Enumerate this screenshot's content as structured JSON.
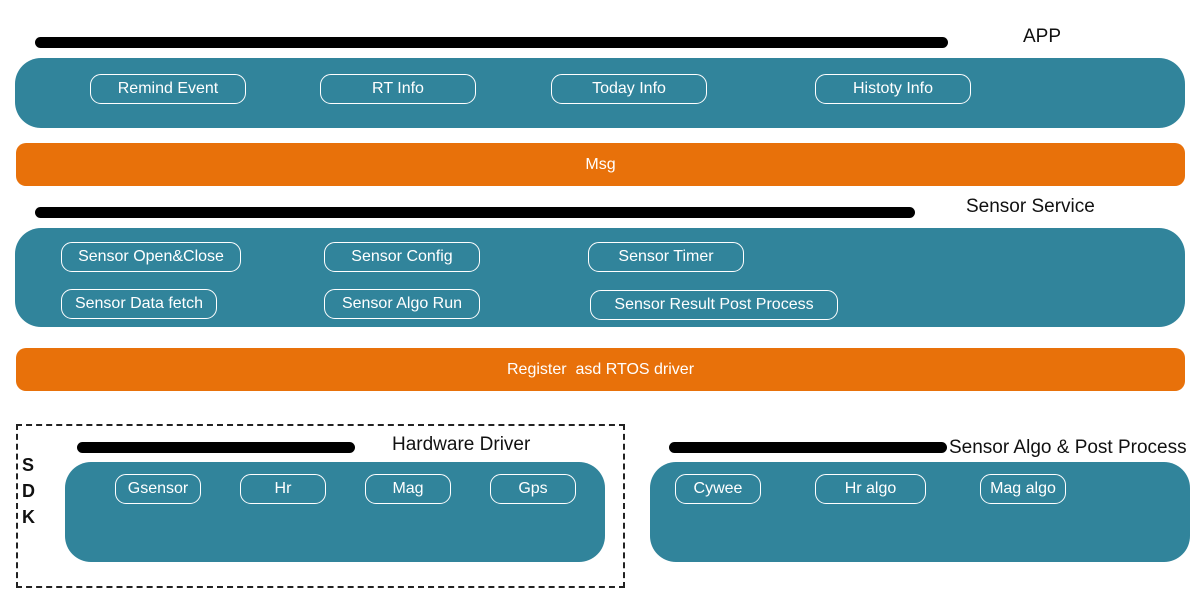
{
  "app": {
    "title": "APP",
    "items": [
      "Remind Event",
      "RT Info",
      "Today Info",
      "Histoty Info"
    ]
  },
  "msg_bar": {
    "label": "Msg"
  },
  "sensor_service": {
    "title": "Sensor Service",
    "items": [
      "Sensor Open&Close",
      "Sensor Config",
      "Sensor Timer",
      "Sensor Data fetch",
      "Sensor Algo Run",
      "Sensor Result Post Process"
    ]
  },
  "register_bar": {
    "label": "Register  asd RTOS driver"
  },
  "sdk": {
    "letters": [
      "S",
      "D",
      "K"
    ]
  },
  "hardware_driver": {
    "title": "Hardware Driver",
    "items": [
      "Gsensor",
      "Hr",
      "Mag",
      "Gps"
    ]
  },
  "algo": {
    "title": "Sensor Algo & Post Process",
    "items": [
      "Cywee",
      "Hr algo",
      "Mag algo"
    ]
  },
  "colors": {
    "panel": "#31849b",
    "strip": "#e8710a",
    "bar": "#000000"
  }
}
